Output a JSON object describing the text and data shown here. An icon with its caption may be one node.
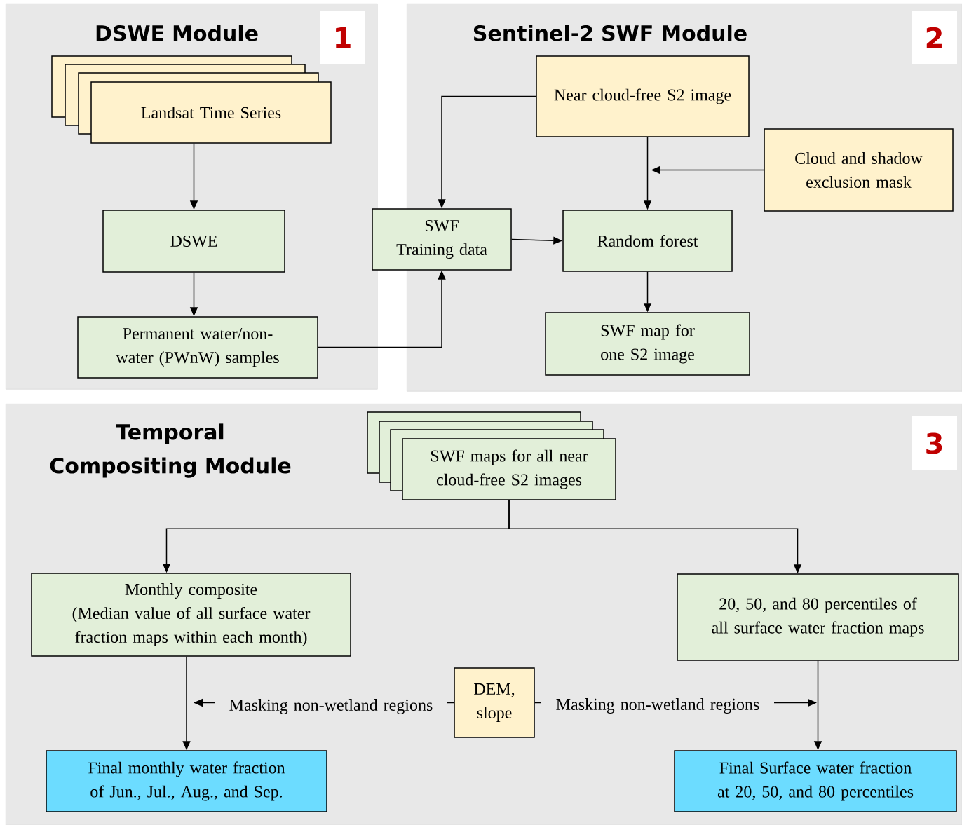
{
  "diagram": {
    "nodes": [
      {
        "text": [
          "DSWE Module",
          "1"
        ]
      },
      {
        "text": [
          "Landsat Time Series"
        ],
        "in": 0
      },
      {
        "text": [
          "DSWE"
        ],
        "in": 0
      },
      {
        "text": [
          "Permanent water/non-water (PWnW) samples"
        ],
        "in": 0
      },
      {
        "text": [
          "Sentinel-2 SWF Module",
          "2"
        ]
      },
      {
        "text": [
          "Near cloud-free S2 image"
        ],
        "in": 4
      },
      {
        "text": [
          "Cloud and shadow exclusion mask"
        ],
        "in": 4
      },
      {
        "text": [
          "SWF Training data"
        ],
        "in": 4
      },
      {
        "text": [
          "Random forest"
        ],
        "in": 4
      },
      {
        "text": [
          "SWF map for one S2 image"
        ],
        "in": 4
      },
      {
        "text": [
          "Temporal Compositing Module",
          "3"
        ]
      },
      {
        "text": [
          "SWF maps for all near cloud-free S2 images"
        ],
        "in": 10
      },
      {
        "text": [
          "Monthly composite",
          "(Median value of all surface water fraction maps within each month)"
        ],
        "in": 10
      },
      {
        "text": [
          "20, 50, and 80 percentiles of all surface water fraction maps"
        ],
        "in": 10
      },
      {
        "text": [
          "DEM, slope"
        ],
        "in": 10
      },
      {
        "text": [
          "Final monthly water fraction of Jun., Jul., Aug., and Sep."
        ],
        "in": 10
      },
      {
        "text": [
          "Final Surface water fraction at 20, 50, and 80 percentiles"
        ],
        "in": 10
      }
    ],
    "edges": [
      {
        "from": 1,
        "to": 2,
        "arrow": "to"
      },
      {
        "from": 2,
        "to": 3,
        "arrow": "to"
      },
      {
        "from": 3,
        "to": 7,
        "arrow": "to"
      },
      {
        "from": 5,
        "to": 7,
        "arrow": "to"
      },
      {
        "from": 5,
        "to": 8,
        "arrow": "to"
      },
      {
        "from": 6,
        "to": null,
        "arrow": "to"
      },
      {
        "from": 7,
        "to": 8,
        "arrow": "to"
      },
      {
        "from": 8,
        "to": 9,
        "arrow": "to"
      },
      {
        "from": 11,
        "to": 12,
        "arrow": "to"
      },
      {
        "from": 11,
        "to": 13,
        "arrow": "to"
      },
      {
        "from": 12,
        "to": 15,
        "arrow": "to"
      },
      {
        "from": 13,
        "to": 16,
        "arrow": "to"
      },
      {
        "from": 14,
        "to": null,
        "arrow": "to",
        "label": "Masking non-wetland regions"
      },
      {
        "from": 14,
        "to": null,
        "arrow": "to",
        "label": "Masking non-wetland regions"
      }
    ]
  }
}
